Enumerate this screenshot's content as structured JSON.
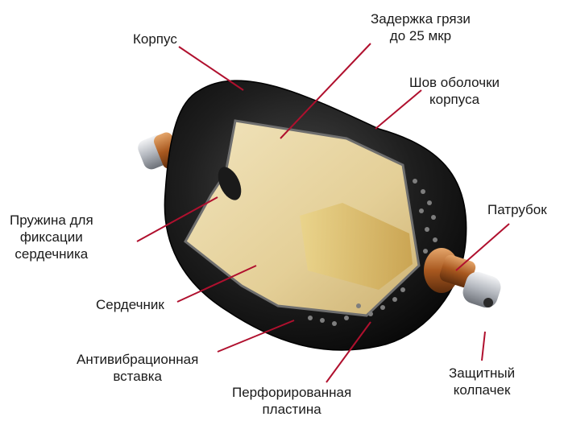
{
  "labels": {
    "body": [
      "Корпус"
    ],
    "dirt": [
      "Задержка грязи",
      "до 25 мкр"
    ],
    "seam": [
      "Шов оболочки",
      "корпуса"
    ],
    "nozzle": [
      "Патрубок"
    ],
    "spring": [
      "Пружина для",
      "фиксации",
      "сердечника"
    ],
    "core": [
      "Сердечник"
    ],
    "insert": [
      "Антивибрационная",
      "вставка"
    ],
    "cap": [
      "Защитный",
      "колпачек"
    ],
    "plate": [
      "Перфорированная",
      "пластина"
    ]
  },
  "colors": {
    "leader": "#b0102e",
    "shell": "#1b1b1b",
    "filter": "#e8d7a6",
    "copper": "#b86a2e",
    "steel": "#b9bcc2"
  }
}
